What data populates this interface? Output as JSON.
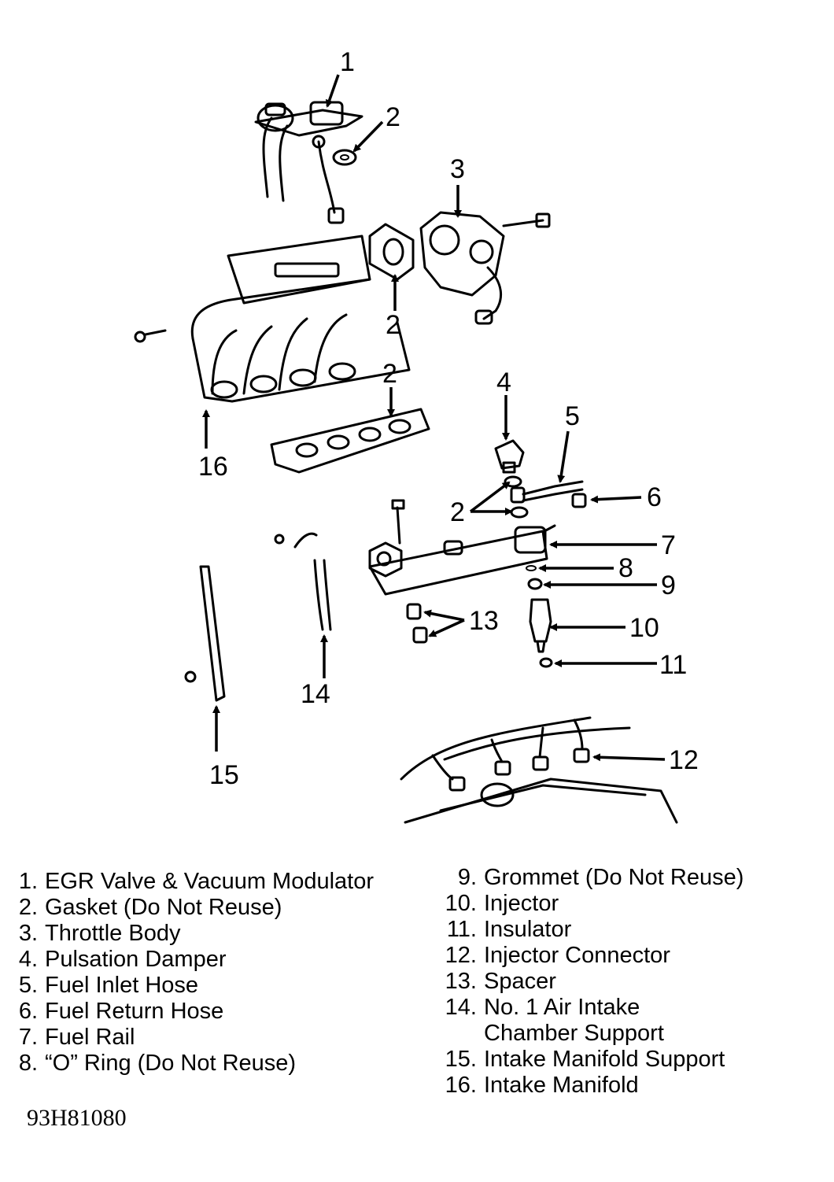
{
  "callouts": {
    "c1": "1",
    "c2a": "2",
    "c2b": "2",
    "c2c": "2",
    "c2d": "2",
    "c3": "3",
    "c4": "4",
    "c5": "5",
    "c6": "6",
    "c7": "7",
    "c8": "8",
    "c9": "9",
    "c10": "10",
    "c11": "11",
    "c12": "12",
    "c13": "13",
    "c14": "14",
    "c15": "15",
    "c16": "16"
  },
  "legend": {
    "left": [
      {
        "num": "1.",
        "label": "EGR Valve & Vacuum Modulator"
      },
      {
        "num": "2.",
        "label": "Gasket (Do Not Reuse)"
      },
      {
        "num": "3.",
        "label": "Throttle Body"
      },
      {
        "num": "4.",
        "label": "Pulsation Damper"
      },
      {
        "num": "5.",
        "label": "Fuel Inlet Hose"
      },
      {
        "num": "6.",
        "label": "Fuel Return Hose"
      },
      {
        "num": "7.",
        "label": "Fuel Rail"
      },
      {
        "num": "8.",
        "label": "“O” Ring (Do Not Reuse)"
      }
    ],
    "right": [
      {
        "num": "9.",
        "label": "Grommet (Do Not Reuse)"
      },
      {
        "num": "10.",
        "label": "Injector"
      },
      {
        "num": "11.",
        "label": "Insulator"
      },
      {
        "num": "12.",
        "label": "Injector Connector"
      },
      {
        "num": "13.",
        "label": "Spacer"
      },
      {
        "num": "14.",
        "label": "No. 1 Air Intake"
      },
      {
        "num": "",
        "label": "Chamber Support"
      },
      {
        "num": "15.",
        "label": "Intake Manifold Support"
      },
      {
        "num": "16.",
        "label": "Intake Manifold"
      }
    ]
  },
  "figure_code": "93H81080"
}
